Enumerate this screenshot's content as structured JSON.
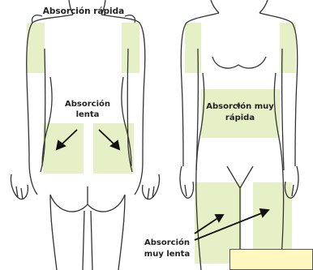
{
  "colors": {
    "zone": "#e6f0c6",
    "outline": "#333333",
    "label": "#222222",
    "note": "#fff8c0"
  },
  "labels": {
    "arms": "Absorción rápida",
    "lower_back_1": "Absorción",
    "lower_back_2": "lenta",
    "abdomen_1": "Absorción muy",
    "abdomen_2": "rápida",
    "thighs_1": "Absorción",
    "thighs_2": "muy lenta"
  }
}
